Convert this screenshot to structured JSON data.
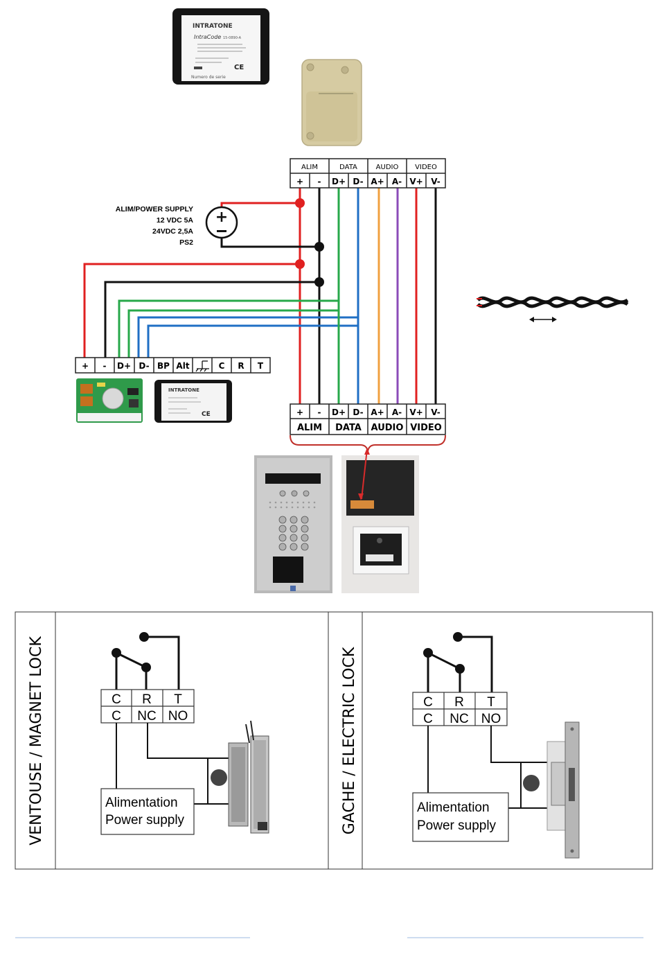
{
  "devices": {
    "intracode_module": {
      "brand": "INTRATONE",
      "model": "IntraCode",
      "ref": "15-0890-A",
      "footer": "Numero de serie"
    },
    "second_module": {
      "brand": "INTRATONE"
    }
  },
  "top_connector": {
    "groups": [
      "ALIM",
      "DATA",
      "AUDIO",
      "VIDEO"
    ],
    "pins": [
      "+",
      "-",
      "D+",
      "D-",
      "A+",
      "A-",
      "V+",
      "V-"
    ]
  },
  "power_supply": {
    "lines": [
      "ALIM/POWER SUPPLY",
      "12 VDC 5A",
      "24VDC 2,5A",
      "PS2"
    ]
  },
  "left_connector": {
    "pins": [
      "+",
      "-",
      "D+",
      "D-",
      "BP",
      "Alt",
      "",
      "C",
      "R",
      "T"
    ]
  },
  "bottom_connector": {
    "pins": [
      "+",
      "-",
      "D+",
      "D-",
      "A+",
      "A-",
      "V+",
      "V-"
    ],
    "groups": [
      "ALIM",
      "DATA",
      "AUDIO",
      "VIDEO"
    ]
  },
  "lock_table": {
    "left": {
      "title": "VENTOUSE / MAGNET LOCK",
      "relay_top": [
        "C",
        "R",
        "T"
      ],
      "relay_bottom": [
        "C",
        "NC",
        "NO"
      ],
      "supply": [
        "Alimentation",
        "Power supply"
      ]
    },
    "right": {
      "title": "GACHE / ELECTRIC LOCK",
      "relay_top": [
        "C",
        "R",
        "T"
      ],
      "relay_bottom": [
        "C",
        "NC",
        "NO"
      ],
      "supply": [
        "Alimentation",
        "Power supply"
      ]
    }
  },
  "colors": {
    "red": "#e02020",
    "black": "#111111",
    "green": "#27a84a",
    "blue": "#1f6fc4",
    "orange": "#f0a040",
    "purple": "#8b4bb8",
    "connector_border": "#222222",
    "bracket": "#c0302a"
  }
}
